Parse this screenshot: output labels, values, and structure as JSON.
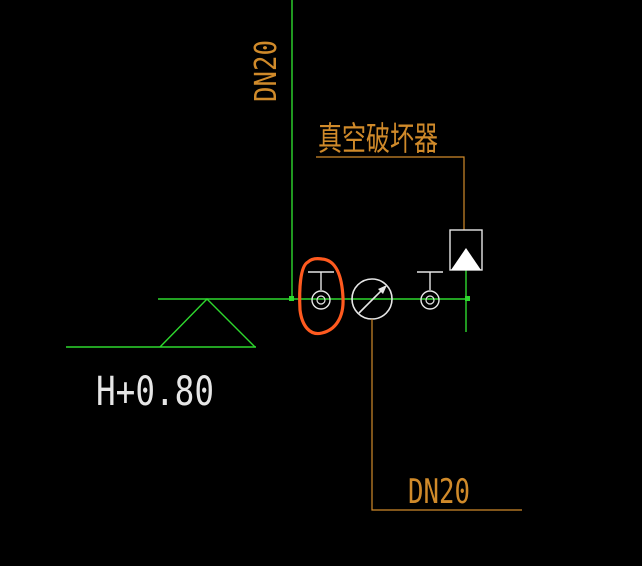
{
  "drawing": {
    "pipe_size_top": "DN20",
    "pipe_size_bottom": "DN20",
    "device_label": "真空破坏器",
    "elevation": "H+0.80"
  },
  "colors": {
    "background": "#000000",
    "pipe": "#2ed82e",
    "annotation": "#d08a2a",
    "symbol": "#e6e6e6",
    "highlight": "#ff5a1f"
  },
  "icons": {
    "valve": "gate-valve-icon",
    "gauge": "pressure-gauge-icon",
    "breaker": "vacuum-breaker-icon",
    "elevation": "elevation-marker-icon"
  }
}
